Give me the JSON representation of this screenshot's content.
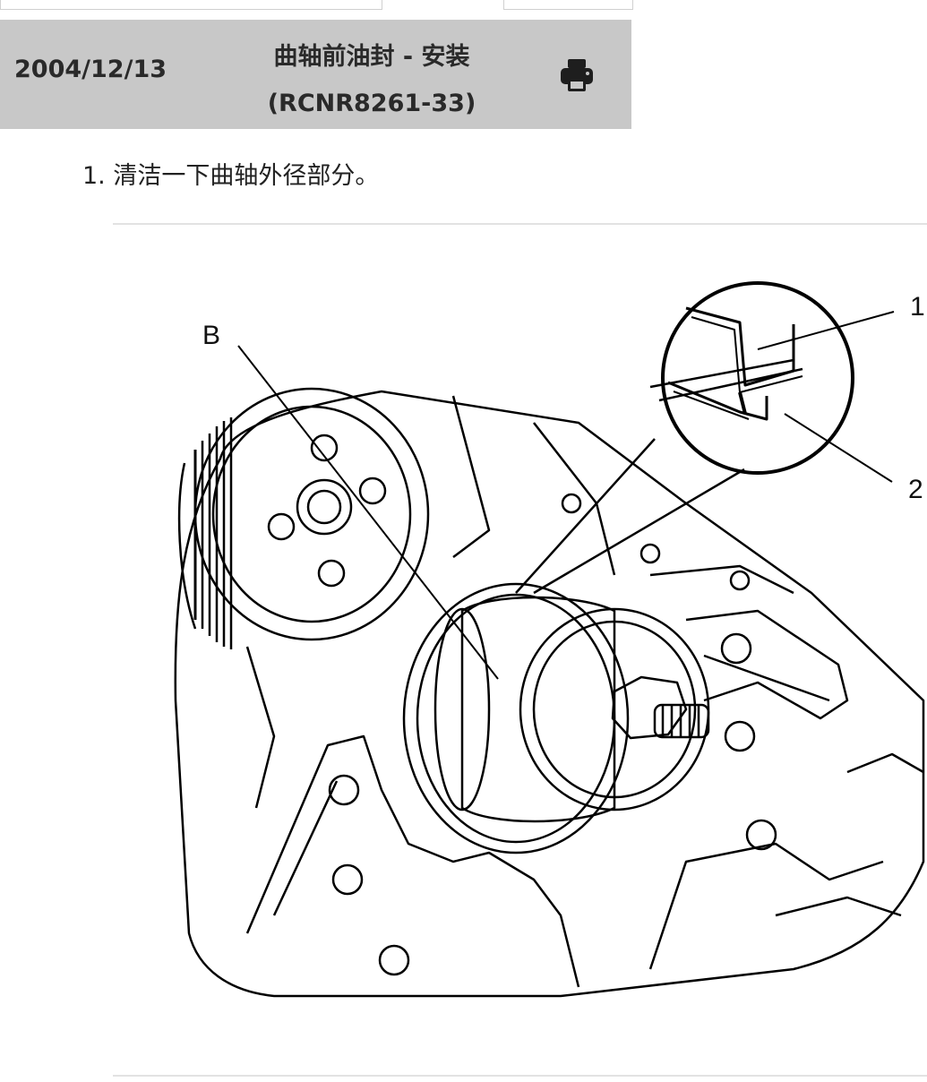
{
  "header": {
    "date": "2004/12/13",
    "title_line1": "曲轴前油封 - 安装",
    "title_line2": "(RCNR8261-33)",
    "print_icon": "printer-icon"
  },
  "step": {
    "text": "1. 清洁一下曲轴外径部分。"
  },
  "figure": {
    "callout_b": "B",
    "callout_1": "1",
    "callout_2": "2"
  }
}
